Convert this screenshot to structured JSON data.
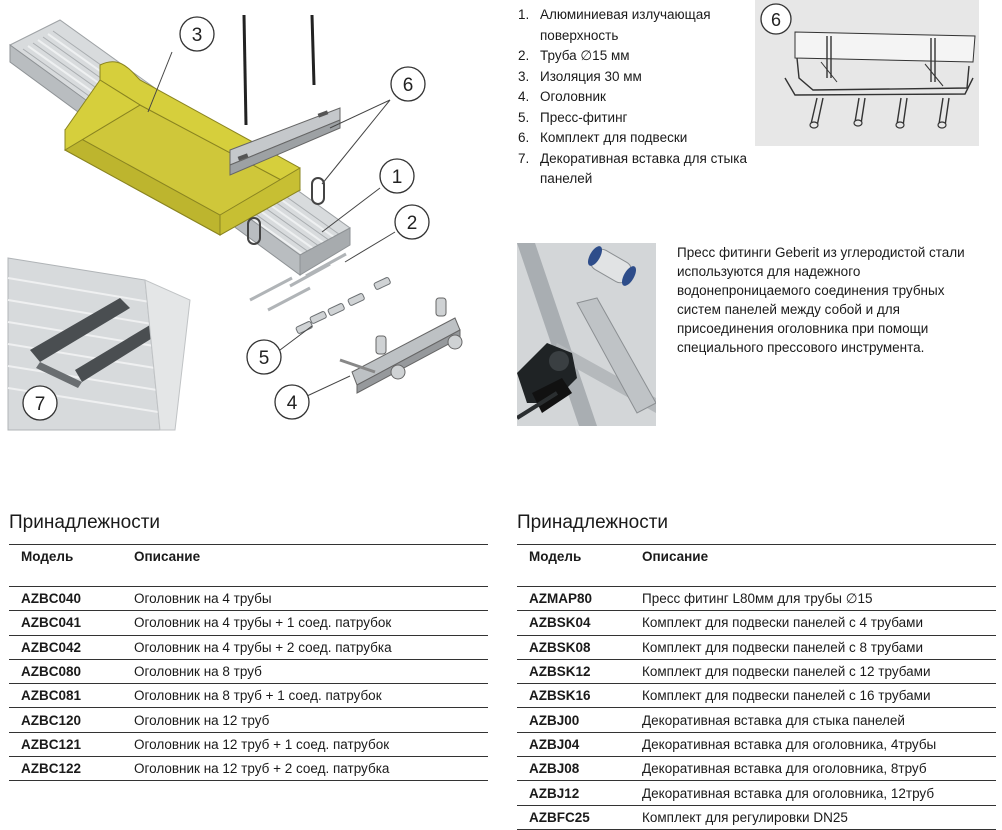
{
  "callouts": {
    "c1": "1",
    "c2": "2",
    "c3": "3",
    "c4": "4",
    "c5": "5",
    "c6": "6",
    "c7": "7",
    "c6_inset": "6"
  },
  "legend": [
    {
      "n": "1.",
      "text": "Алюминиевая излучающая поверхность"
    },
    {
      "n": "2.",
      "text": "Труба ∅15 мм"
    },
    {
      "n": "3.",
      "text": "Изоляция 30 мм"
    },
    {
      "n": "4.",
      "text": "Оголовник"
    },
    {
      "n": "5.",
      "text": "Пресс-фитинг"
    },
    {
      "n": "6.",
      "text": "Комплект для подвески"
    },
    {
      "n": "7.",
      "text": "Декоративная вставка для стыка панелей"
    }
  ],
  "description": "Пресс фитинги Geberit из углеродистой стали используются для надежного водонепроницаемого соединения трубных систем панелей между собой и для присоединения оголовника при помощи специального прессового инструмента.",
  "tables": {
    "left": {
      "title": "Принадлежности",
      "col_model": "Модель",
      "col_desc": "Описание",
      "rows": [
        {
          "model": "AZBC040",
          "desc": "Оголовник на 4 трубы"
        },
        {
          "model": "AZBC041",
          "desc": "Оголовник на 4 трубы + 1 соед. патрубок"
        },
        {
          "model": "AZBC042",
          "desc": "Оголовник на 4 трубы + 2 соед. патрубка"
        },
        {
          "model": "AZBC080",
          "desc": "Оголовник на 8 труб"
        },
        {
          "model": "AZBC081",
          "desc": "Оголовник на 8 труб + 1 соед. патрубок"
        },
        {
          "model": "AZBC120",
          "desc": "Оголовник на 12 труб"
        },
        {
          "model": "AZBC121",
          "desc": "Оголовник на 12 труб + 1 соед. патрубок"
        },
        {
          "model": "AZBC122",
          "desc": "Оголовник на 12 труб + 2 соед. патрубка"
        }
      ]
    },
    "right": {
      "title": "Принадлежности",
      "col_model": "Модель",
      "col_desc": "Описание",
      "rows": [
        {
          "model": "AZMAP80",
          "desc": "Пресс фитинг L80мм для трубы ∅15"
        },
        {
          "model": "AZBSK04",
          "desc": "Комплект для подвески панелей с 4 трубами"
        },
        {
          "model": "AZBSK08",
          "desc": "Комплект для подвески панелей с 8 трубами"
        },
        {
          "model": "AZBSK12",
          "desc": "Комплект для подвески панелей с 12 трубами"
        },
        {
          "model": "AZBSK16",
          "desc": "Комплект для подвески панелей с 16 трубами"
        },
        {
          "model": "AZBJ00",
          "desc": "Декоративная вставка для стыка панелей"
        },
        {
          "model": "AZBJ04",
          "desc": "Декоративная вставка для оголовника, 4трубы"
        },
        {
          "model": "AZBJ08",
          "desc": "Декоративная вставка для оголовника, 8труб"
        },
        {
          "model": "AZBJ12",
          "desc": "Декоративная вставка для оголовника, 12труб"
        },
        {
          "model": "AZBFC25",
          "desc": "Комплект для регулировки DN25"
        }
      ]
    }
  },
  "colors": {
    "insulation": "#d6cf3c",
    "aluminium": "#c8ccce",
    "rule": "#333333"
  }
}
